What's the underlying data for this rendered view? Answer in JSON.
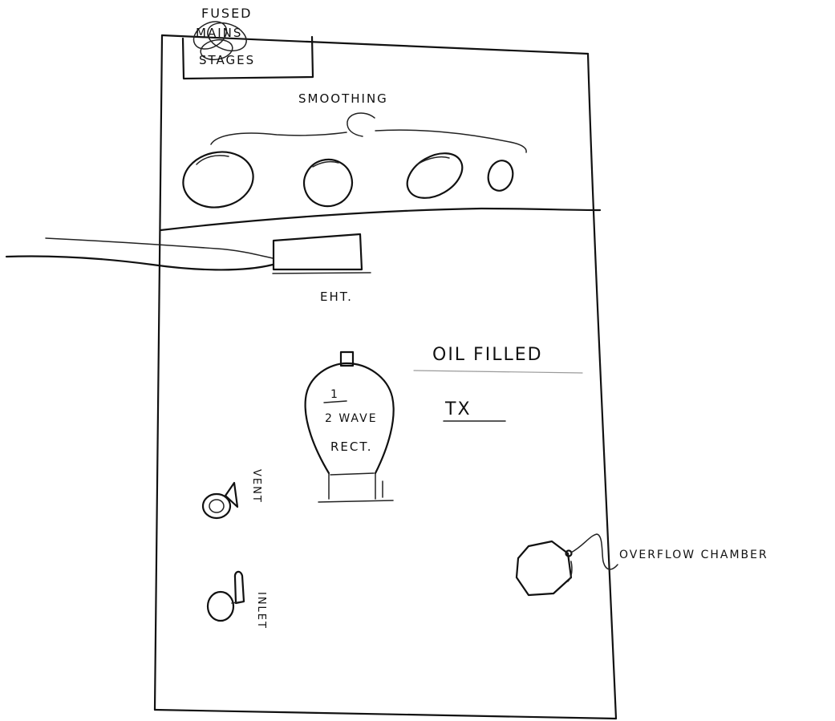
{
  "labels": {
    "fused": "FUSED",
    "mains": "MAINS",
    "stages": "STAGES",
    "smoothing": "SMOOTHING",
    "eht": "EHT.",
    "oil_filled": "OIL FILLED",
    "tx": "TX",
    "valve_fraction_num": "1",
    "valve_line2": "2 WAVE",
    "valve_line3": "RECT.",
    "vent": "VENT",
    "inlet": "INLET",
    "overflow_chamber": "OVERFLOW CHAMBER"
  },
  "colors": {
    "ink": "#111111",
    "paper": "#ffffff",
    "faint": "#9a9a9a"
  }
}
